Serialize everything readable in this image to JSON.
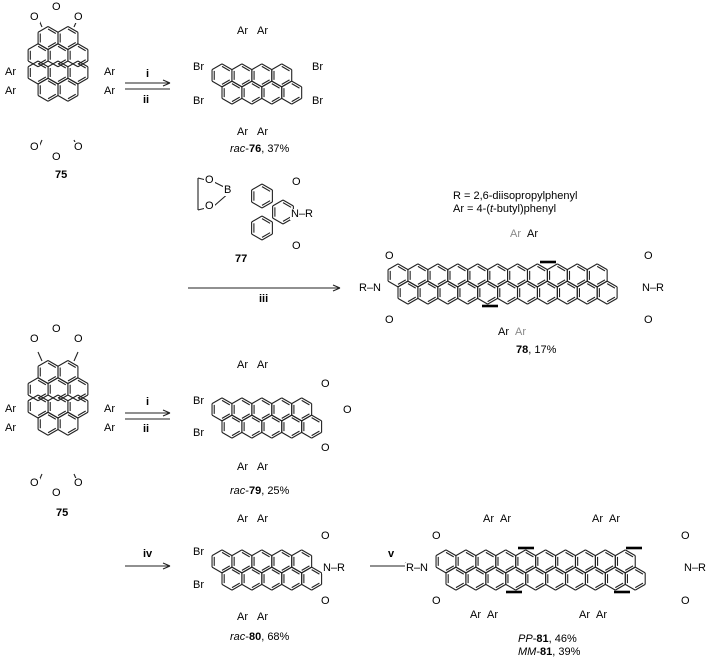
{
  "compounds": {
    "c75_top": "75",
    "c75_bottom": "75",
    "c76": {
      "prefix": "rac",
      "num": "76",
      "yield": ", 37%"
    },
    "c77": "77",
    "c78": {
      "num": "78",
      "yield": ", 17%"
    },
    "c79": {
      "prefix": "rac",
      "num": "79",
      "yield": ", 25%"
    },
    "c80": {
      "prefix": "rac",
      "num": "80",
      "yield": ", 68%"
    },
    "c81a": {
      "prefix": "PP",
      "num": "81",
      "yield": ", 46%"
    },
    "c81b": {
      "prefix": "MM",
      "num": "81",
      "yield": ", 39%"
    }
  },
  "definitions": {
    "r": "R = 2,6-diisopropylphenyl",
    "ar_pre": "Ar = 4-(",
    "ar_t": "t",
    "ar_post": "-butyl)phenyl"
  },
  "reagents": {
    "step1_top": "i",
    "step1_bottom": "ii",
    "step3": "iii",
    "step5_top": "i",
    "step5_bottom": "ii",
    "step4": "iv",
    "step6": "v"
  },
  "atoms": {
    "ar": "Ar",
    "br": "Br",
    "o": "O",
    "n": "N",
    "b": "B",
    "r": "R",
    "n_r": "N–R",
    "r_n": "R–N"
  }
}
